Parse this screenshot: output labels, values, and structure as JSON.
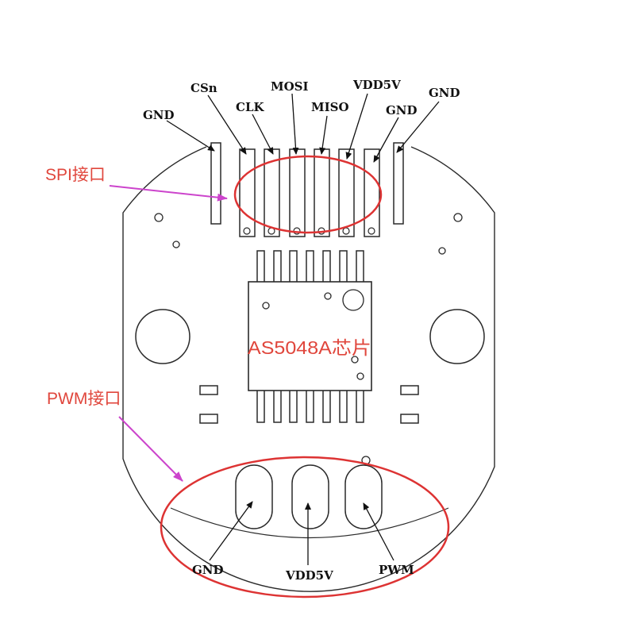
{
  "colors": {
    "outline": "#2a2a2a",
    "annotation": "#e0463c",
    "callout": "#cc44cc",
    "ellipse": "#dd3333"
  },
  "spi_pins": {
    "gnd_left": "GND",
    "csn": "CSn",
    "clk": "CLK",
    "mosi": "MOSI",
    "miso": "MISO",
    "vdd5v": "VDD5V",
    "gnd_mid": "GND",
    "gnd_right": "GND"
  },
  "pwm_pins": {
    "gnd": "GND",
    "vdd5v": "VDD5V",
    "pwm": "PWM"
  },
  "annotations": {
    "spi_interface": "SPI接口",
    "pwm_interface": "PWM接口",
    "chip": "AS5048A芯片"
  }
}
